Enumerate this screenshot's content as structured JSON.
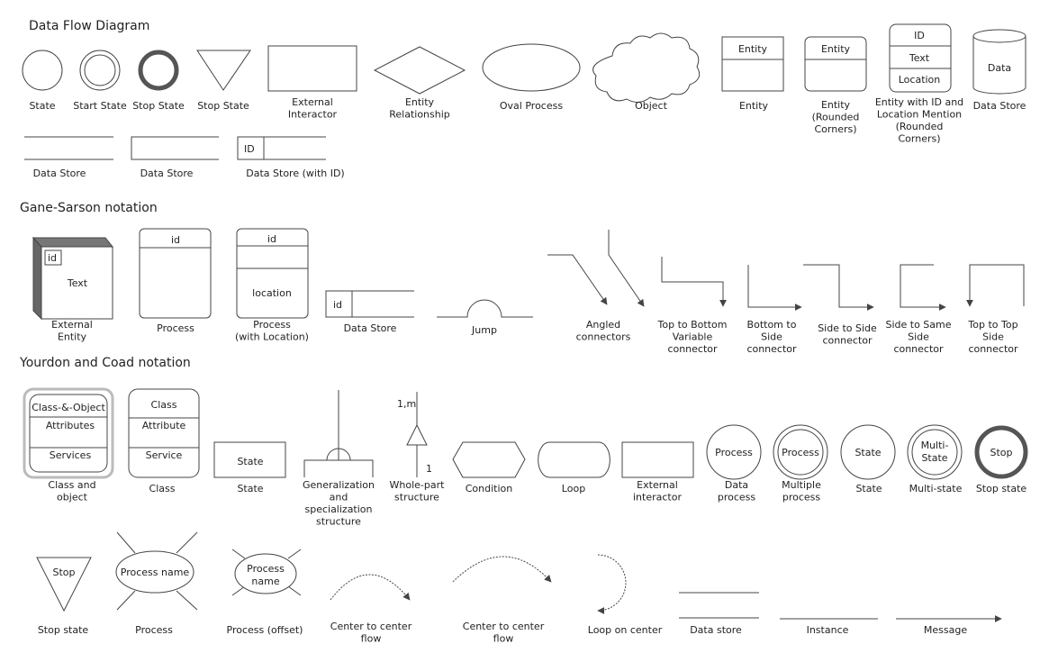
{
  "sections": {
    "dfd": "Data Flow Diagram",
    "gane": "Gane-Sarson notation",
    "yourdon": "Yourdon and Coad notation"
  },
  "inner": {
    "entity": "Entity",
    "entity_rounded": "Entity",
    "id": "ID",
    "text": "Text",
    "location": "Location",
    "data": "Data",
    "ds_id": "ID",
    "ee_id": "id",
    "ee_text": "Text",
    "proc_id": "id",
    "procloc_id": "id",
    "procloc_location": "location",
    "gs_ds_id": "id",
    "co_title": "Class-&-Object",
    "co_attr": "Attributes",
    "co_serv": "Services",
    "cl_title": "Class",
    "cl_attr": "Attribute",
    "cl_serv": "Service",
    "state_rect": "State",
    "wp_top": "1,m",
    "wp_bottom": "1",
    "data_process": "Process",
    "multiple_process": "Process",
    "state_circle": "State",
    "multi_state": [
      "Multi-",
      "State"
    ],
    "stop_circle": "Stop",
    "stop_tri": "Stop",
    "process_name": "Process name",
    "process_offset": [
      "Process",
      "name"
    ]
  },
  "labels": {
    "state": [
      "State"
    ],
    "start_state": [
      "Start State"
    ],
    "stop_state": [
      "Stop State"
    ],
    "stop_state_tri": [
      "Stop State"
    ],
    "external_interactor": [
      "External",
      "Interactor"
    ],
    "entity_relationship": [
      "Entity",
      "Relationship"
    ],
    "oval_process": [
      "Oval Process"
    ],
    "object": [
      "Object"
    ],
    "entity": [
      "Entity"
    ],
    "entity_rounded": [
      "Entity",
      "(Rounded",
      "Corners)"
    ],
    "entity_id_location": [
      "Entity with ID and",
      "Location Mention",
      "(Rounded",
      "Corners)"
    ],
    "data_store_cyl": [
      "Data Store"
    ],
    "data_store_1": [
      "Data Store"
    ],
    "data_store_2": [
      "Data Store"
    ],
    "data_store_id": [
      "Data Store (with ID)"
    ],
    "external_entity": [
      "External",
      "Entity"
    ],
    "gs_process": [
      "Process"
    ],
    "gs_process_location": [
      "Process",
      "(with Location)"
    ],
    "gs_data_store": [
      "Data Store"
    ],
    "jump": [
      "Jump"
    ],
    "angled": [
      "Angled",
      "connectors"
    ],
    "ttb": [
      "Top to Bottom",
      "Variable",
      "connector"
    ],
    "bts": [
      "Bottom to",
      "Side",
      "connector"
    ],
    "sts": [
      "Side to Side",
      "connector"
    ],
    "stss": [
      "Side to Same",
      "Side",
      "connector"
    ],
    "ttt": [
      "Top to Top",
      "Side",
      "connector"
    ],
    "class_object": [
      "Class and",
      "object"
    ],
    "class": [
      "Class"
    ],
    "yc_state": [
      "State"
    ],
    "gen_spec": [
      "Generalization",
      "and",
      "specialization",
      "structure"
    ],
    "whole_part": [
      "Whole-part",
      "structure"
    ],
    "condition": [
      "Condition"
    ],
    "loop": [
      "Loop"
    ],
    "yc_external": [
      "External",
      "interactor"
    ],
    "data_process": [
      "Data",
      "process"
    ],
    "multiple_process": [
      "Multiple",
      "process"
    ],
    "yc_state_circle": [
      "State"
    ],
    "multi_state": [
      "Multi-state"
    ],
    "yc_stop_state": [
      "Stop state"
    ],
    "yc_stop_tri": [
      "Stop state"
    ],
    "yc_process": [
      "Process"
    ],
    "yc_process_offset": [
      "Process (offset)"
    ],
    "c2c_1": [
      "Center to center",
      "flow"
    ],
    "c2c_2": [
      "Center to center",
      "flow"
    ],
    "loop_center": [
      "Loop on center"
    ],
    "yc_data_store": [
      "Data store"
    ],
    "instance": [
      "Instance"
    ],
    "message": [
      "Message"
    ]
  }
}
